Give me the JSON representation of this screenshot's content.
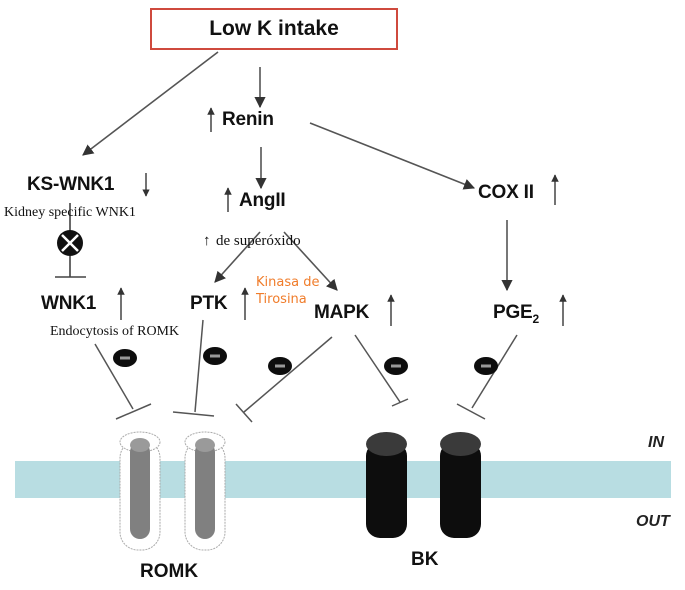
{
  "title": "Low K intake",
  "nodes": {
    "renin": "Renin",
    "ks_wnk1": "KS-WNK1",
    "ks_wnk1_note": "Kidney specific WNK1",
    "angii": "AngII",
    "superoxide": "de superóxido",
    "cox2": "COX II",
    "wnk1": "WNK1",
    "wnk1_note": "Endocytosis of  ROMK",
    "ptk": "PTK",
    "ptk_note": "Kinasa de Tirosina",
    "mapk": "MAPK",
    "pge2_base": "PGE",
    "pge2_sub": "2"
  },
  "regulation": {
    "renin": "up",
    "ks_wnk1": "down",
    "angii": "up",
    "superoxide": "up",
    "cox2": "up",
    "wnk1": "up",
    "ptk": "up",
    "mapk": "up",
    "pge2": "up"
  },
  "membrane": {
    "inside_label": "IN",
    "outside_label": "OUT",
    "color": "#b8dde2"
  },
  "channels": {
    "romk_label": "ROMK",
    "bk_label": "BK"
  },
  "colors": {
    "title_border": "#cf4a3d",
    "annotation": "#f07c2a",
    "romk_core": "#7f7f7f",
    "bk_body": "#0d0d0d"
  },
  "inhibition_symbol": "minus-sign"
}
